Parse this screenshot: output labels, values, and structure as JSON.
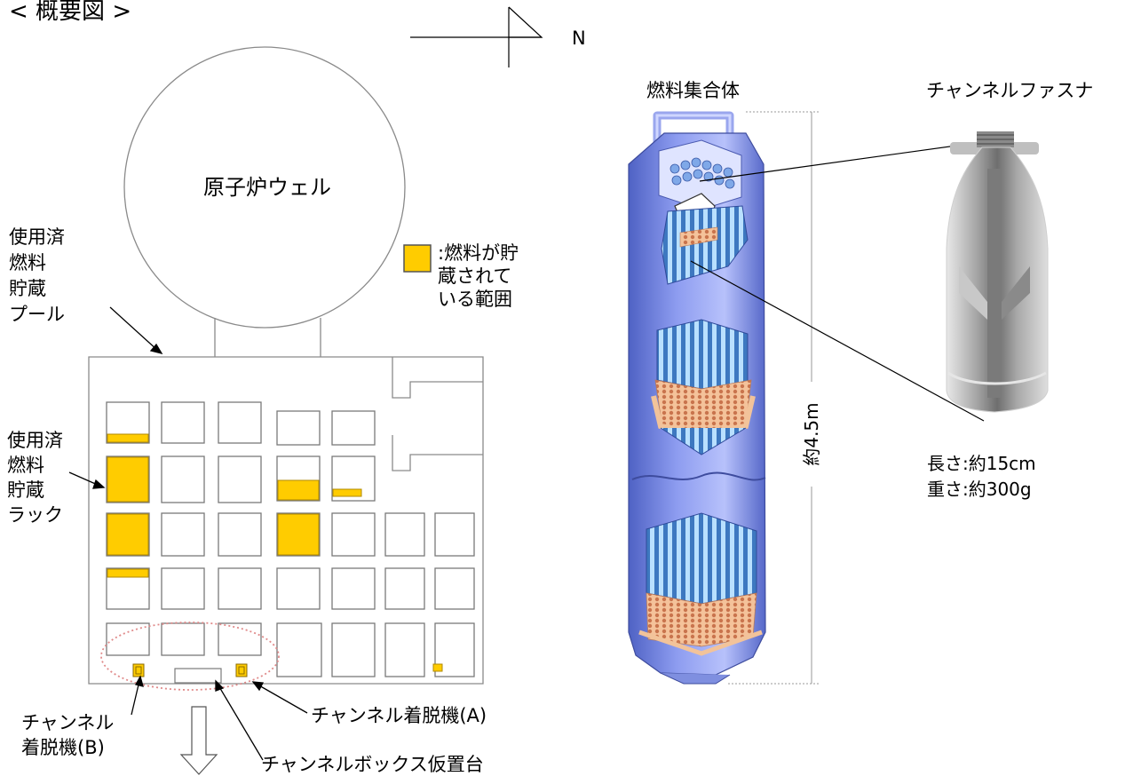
{
  "title": "< 概要図 >",
  "compass": {
    "north_label": "N"
  },
  "labels": {
    "reactor_well": "原子炉ウェル",
    "spent_fuel_pool": "使用済\n燃料\n貯蔵\nプール",
    "spent_fuel_rack": "使用済\n燃料\n貯蔵\nラック",
    "legend_fuel_stored": ":燃料が貯\n蔵されて\nいる範囲",
    "channel_detacher_a": "チャンネル着脱機(A)",
    "channel_detacher_b": "チャンネル\n着脱機(B)",
    "channel_box_stand": "チャンネルボックス仮置台",
    "fuel_assembly": "燃料集合体",
    "channel_fastener": "チャンネルファスナ",
    "assembly_height": "約4.5m",
    "fastener_length": "長さ:約15cm",
    "fastener_weight": "重さ:約300g"
  },
  "colors": {
    "fuel": "#ffcc00",
    "fuel_border": "#b08a00",
    "outline": "#777777",
    "ellipse": "#e89090",
    "assembly_blue": "#6a7fd6",
    "fastener_gray": "#9a9a9a"
  }
}
